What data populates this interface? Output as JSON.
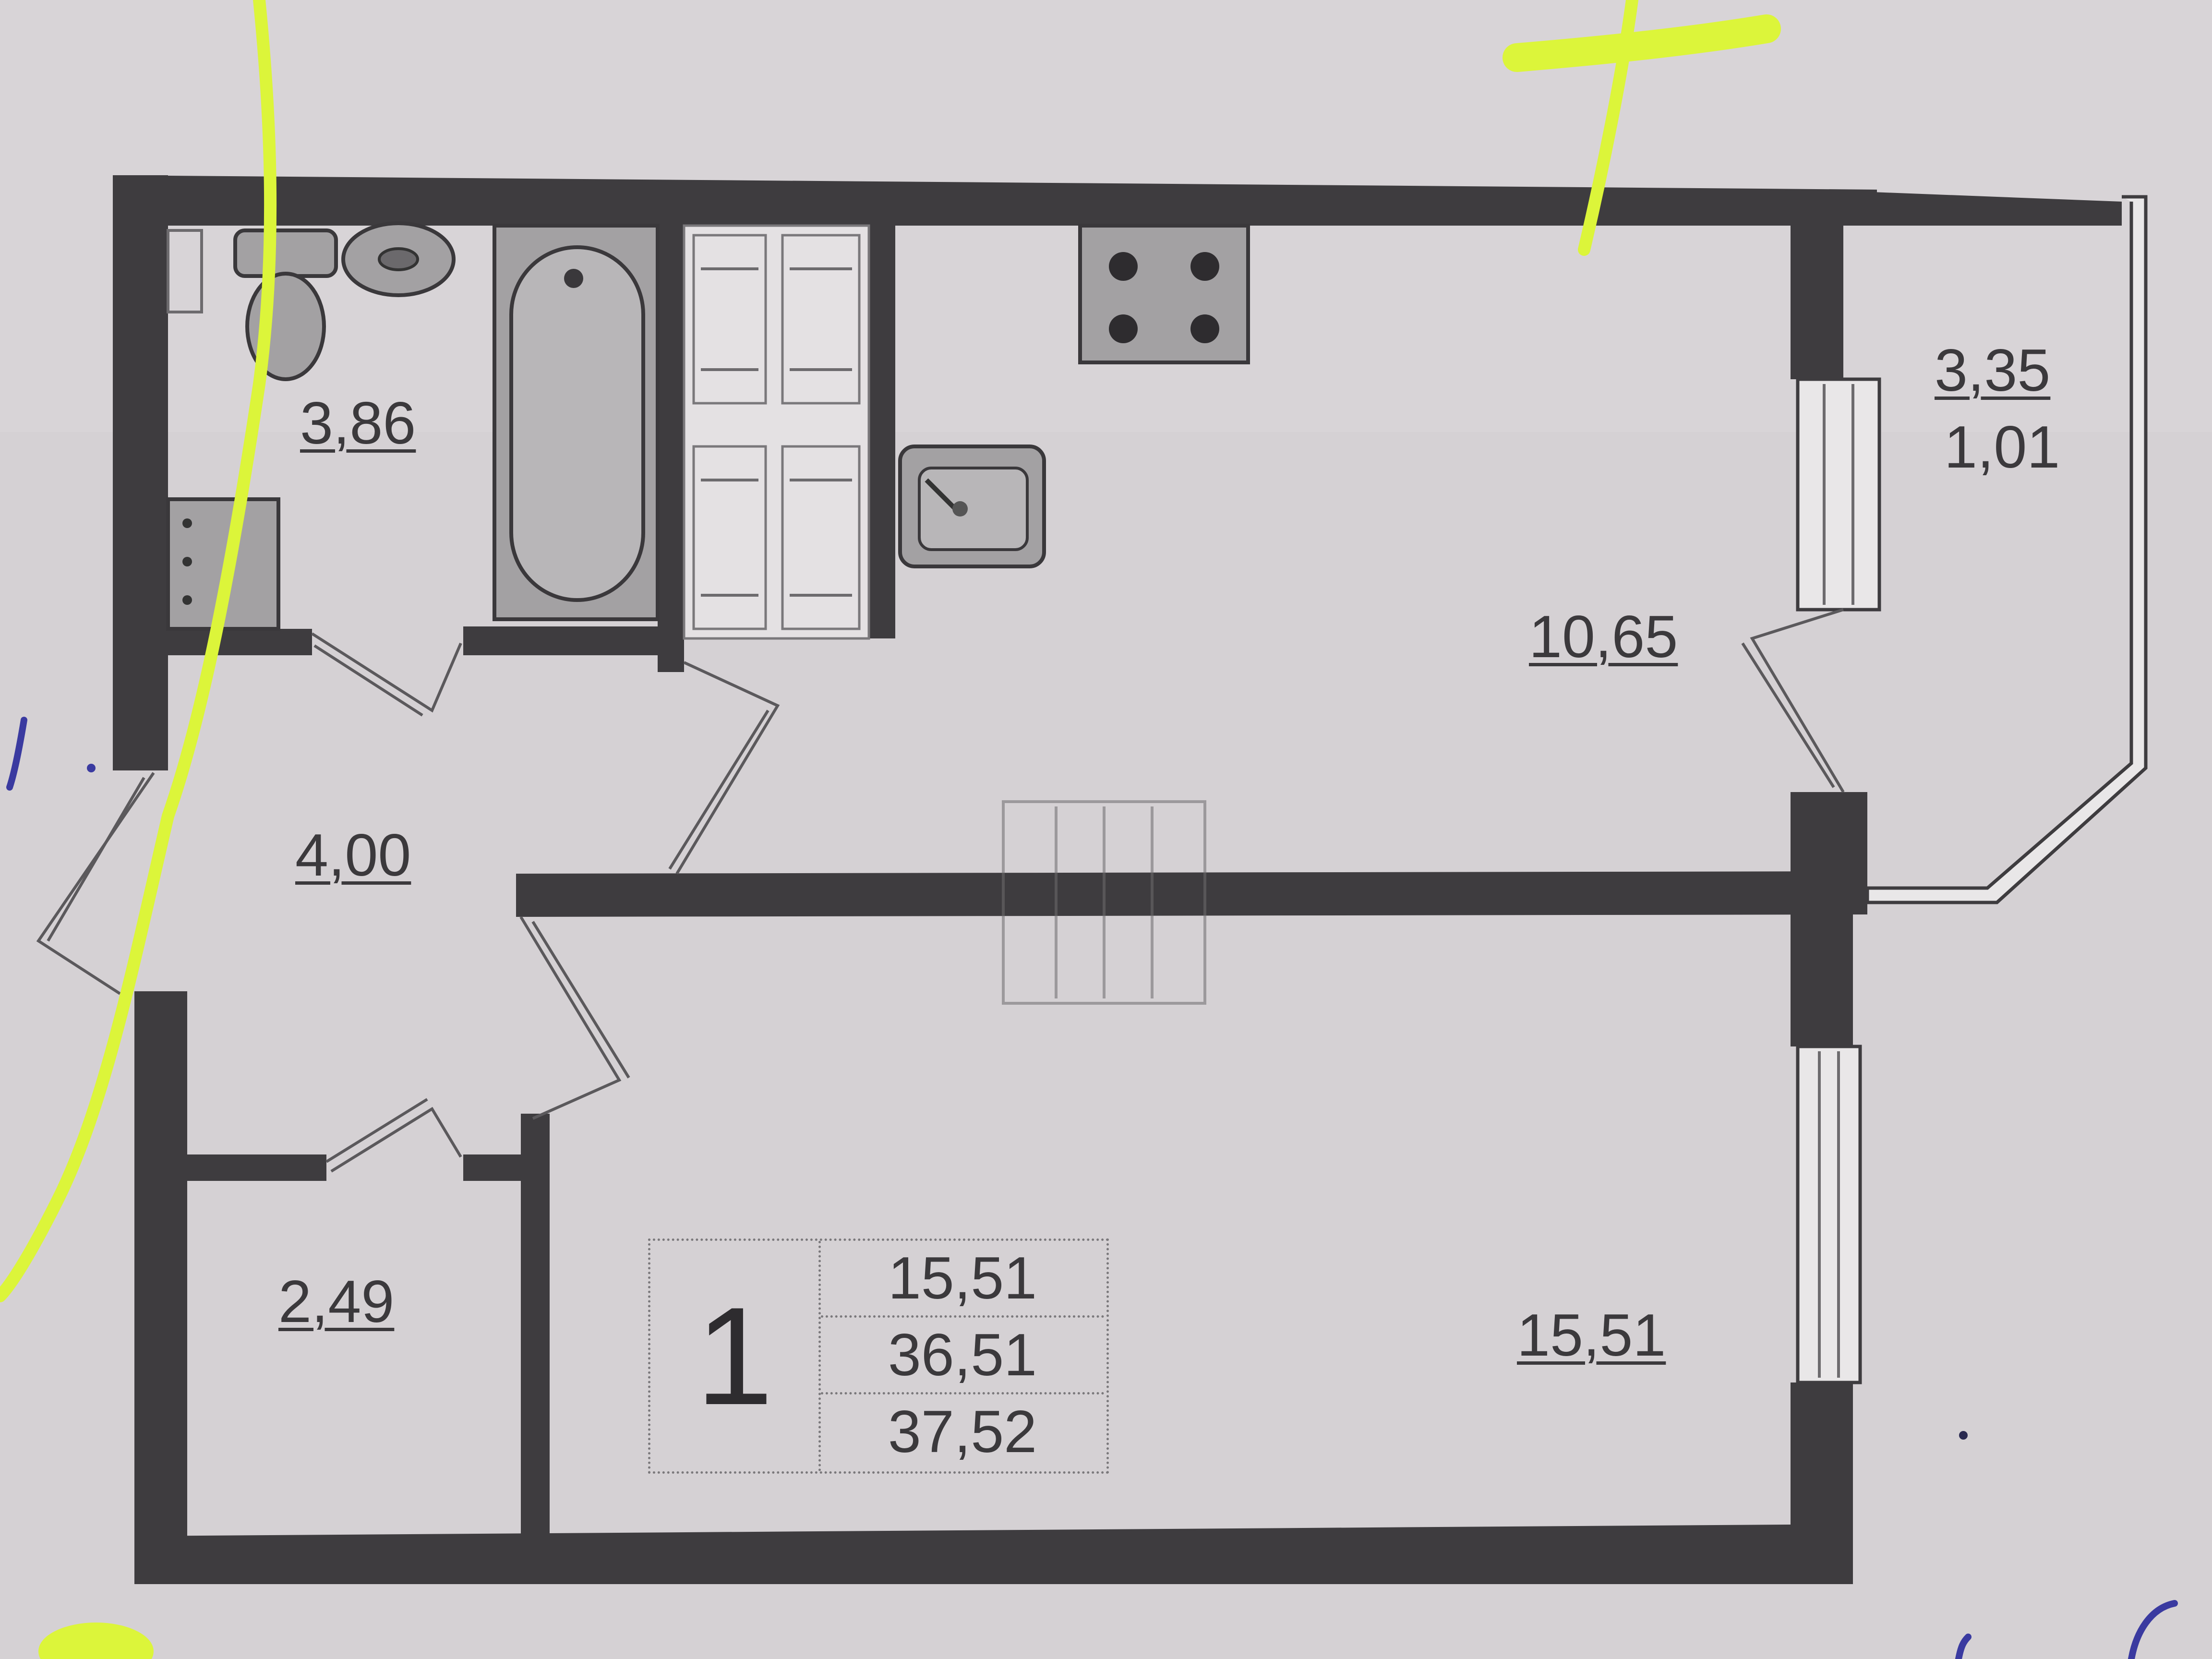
{
  "rooms": {
    "bathroom": {
      "area": "3,86"
    },
    "hallway": {
      "area": "4,00"
    },
    "storage": {
      "area": "2,49"
    },
    "kitchen": {
      "area": "10,65"
    },
    "bedroom": {
      "area": "15,51"
    },
    "loggia": {
      "area_total": "3,35",
      "area_reduced": "1,01"
    }
  },
  "legend": {
    "room_count": "1",
    "living_area": "15,51",
    "total_area": "36,51",
    "area_with_loggia": "37,52"
  },
  "colors": {
    "walls": "#3e3c3f",
    "paper": "#d7d3d6",
    "highlighter_yellow": "#dcf53a",
    "pen_blue": "#3a3aa0"
  }
}
